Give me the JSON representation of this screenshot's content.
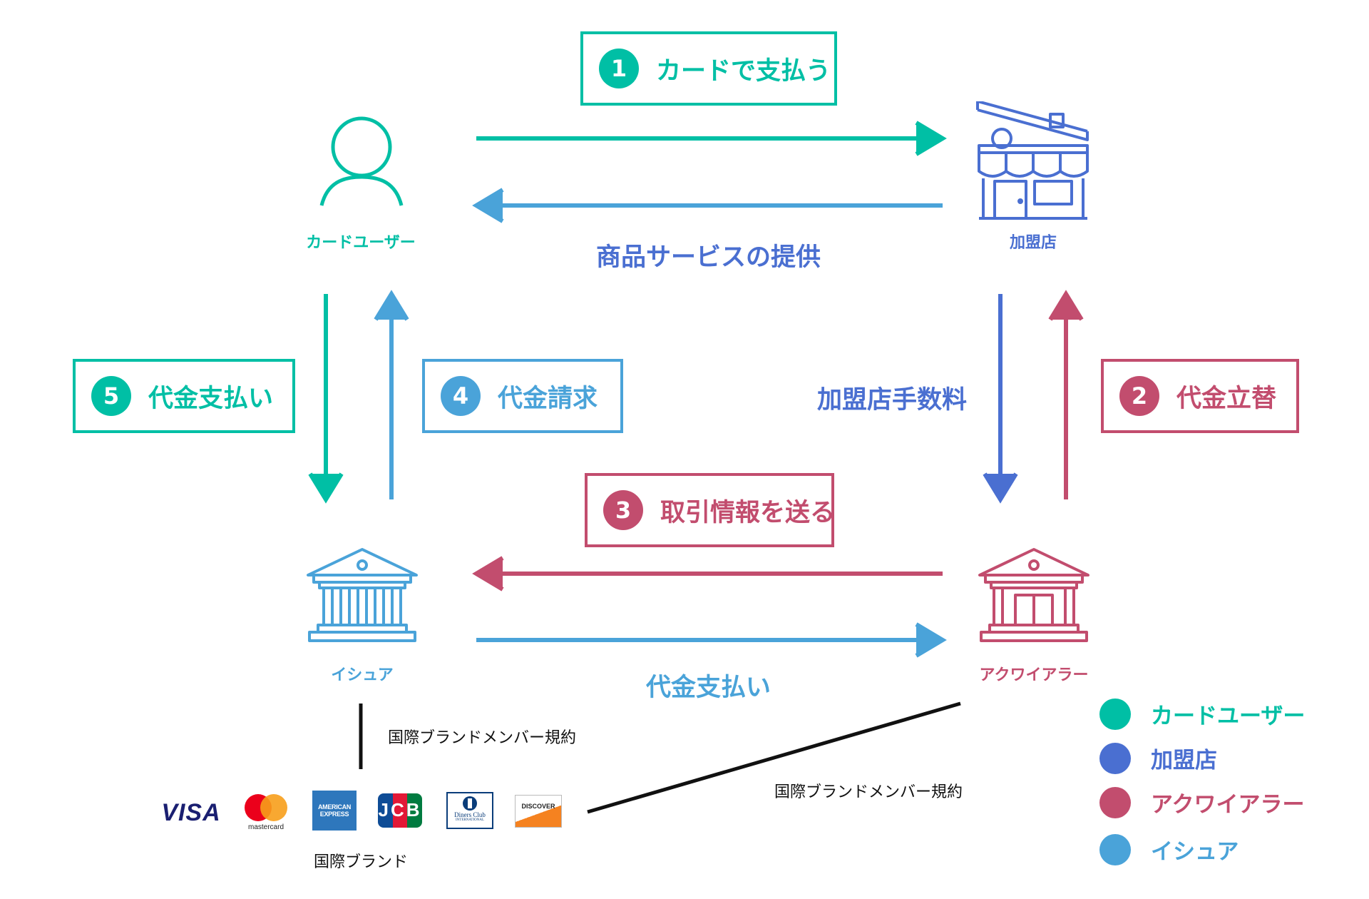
{
  "colors": {
    "user": "#00bfa5",
    "merchant": "#4a6fd1",
    "acquirer": "#c24d6e",
    "issuer": "#4aa3d9"
  },
  "actors": {
    "user": {
      "label": "カードユーザー",
      "icon": "person-icon"
    },
    "merchant": {
      "label": "加盟店",
      "icon": "store-icon"
    },
    "issuer": {
      "label": "イシュア",
      "icon": "bank-icon"
    },
    "acquirer": {
      "label": "アクワイアラー",
      "icon": "bank-icon"
    }
  },
  "steps": {
    "s1": {
      "num": "1",
      "text": "カードで支払う"
    },
    "s2": {
      "num": "2",
      "text": "代金立替"
    },
    "s3": {
      "num": "3",
      "text": "取引情報を送る"
    },
    "s4": {
      "num": "4",
      "text": "代金請求"
    },
    "s5": {
      "num": "5",
      "text": "代金支払い"
    }
  },
  "flows": {
    "service": "商品サービスの提供",
    "fee": "加盟店手数料",
    "payment": "代金支払い"
  },
  "agreements": {
    "issuer": "国際ブランドメンバー規約",
    "acquirer": "国際ブランドメンバー規約"
  },
  "brands": {
    "caption": "国際ブランド",
    "visa": "VISA",
    "mastercard": "mastercard",
    "amex_1": "AMERICAN",
    "amex_2": "EXPRESS",
    "jcb": "JCB",
    "diners_1": "Diners Club",
    "diners_2": "INTERNATIONAL",
    "discover": "DISCOVER"
  },
  "legend": [
    {
      "label": "カードユーザー",
      "color": "#00bfa5"
    },
    {
      "label": "加盟店",
      "color": "#4a6fd1"
    },
    {
      "label": "アクワイアラー",
      "color": "#c24d6e"
    },
    {
      "label": "イシュア",
      "color": "#4aa3d9"
    }
  ]
}
